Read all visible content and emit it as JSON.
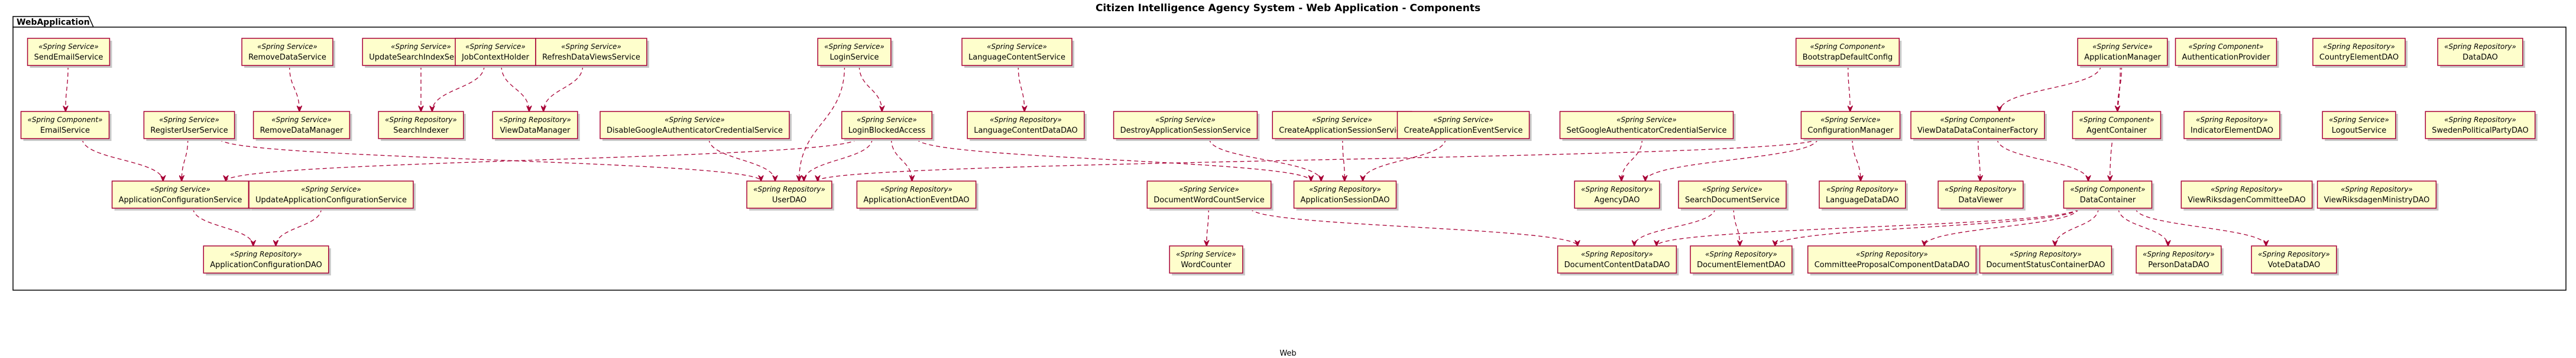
{
  "title": "Citizen Intelligence Agency System - Web Application - Components",
  "footer": "Web",
  "package": {
    "name": "WebApplication"
  },
  "colors": {
    "node_fill": "#fefecc",
    "node_border": "#a80036",
    "edge": "#a80036",
    "shadow": "#c8c8c8"
  },
  "nodes": [
    {
      "id": "SendEmailService",
      "stereotype": "«Spring Service»",
      "name": "SendEmailService"
    },
    {
      "id": "RemoveDataService",
      "stereotype": "«Spring Service»",
      "name": "RemoveDataService"
    },
    {
      "id": "UpdateSearchIndexService",
      "stereotype": "«Spring Service»",
      "name": "UpdateSearchIndexService"
    },
    {
      "id": "JobContextHolder",
      "stereotype": "«Spring Service»",
      "name": "JobContextHolder"
    },
    {
      "id": "RefreshDataViewsService",
      "stereotype": "«Spring Service»",
      "name": "RefreshDataViewsService"
    },
    {
      "id": "LoginService",
      "stereotype": "«Spring Service»",
      "name": "LoginService"
    },
    {
      "id": "LanguageContentService",
      "stereotype": "«Spring Service»",
      "name": "LanguageContentService"
    },
    {
      "id": "BootstrapDefaultConfig",
      "stereotype": "«Spring Component»",
      "name": "BootstrapDefaultConfig"
    },
    {
      "id": "ApplicationManager",
      "stereotype": "«Spring Service»",
      "name": "ApplicationManager"
    },
    {
      "id": "AuthenticationProvider",
      "stereotype": "«Spring Component»",
      "name": "AuthenticationProvider"
    },
    {
      "id": "CountryElementDAO",
      "stereotype": "«Spring Repository»",
      "name": "CountryElementDAO"
    },
    {
      "id": "DataDAO",
      "stereotype": "«Spring Repository»",
      "name": "DataDAO"
    },
    {
      "id": "EmailService",
      "stereotype": "«Spring Component»",
      "name": "EmailService"
    },
    {
      "id": "RegisterUserService",
      "stereotype": "«Spring Service»",
      "name": "RegisterUserService"
    },
    {
      "id": "RemoveDataManager",
      "stereotype": "«Spring Service»",
      "name": "RemoveDataManager"
    },
    {
      "id": "SearchIndexer",
      "stereotype": "«Spring Repository»",
      "name": "SearchIndexer"
    },
    {
      "id": "ViewDataManager",
      "stereotype": "«Spring Repository»",
      "name": "ViewDataManager"
    },
    {
      "id": "DisableGoogleAuthenticatorCredentialService",
      "stereotype": "«Spring Service»",
      "name": "DisableGoogleAuthenticatorCredentialService"
    },
    {
      "id": "LoginBlockedAccess",
      "stereotype": "«Spring Service»",
      "name": "LoginBlockedAccess"
    },
    {
      "id": "LanguageContentDataDAO",
      "stereotype": "«Spring Repository»",
      "name": "LanguageContentDataDAO"
    },
    {
      "id": "DestroyApplicationSessionService",
      "stereotype": "«Spring Service»",
      "name": "DestroyApplicationSessionService"
    },
    {
      "id": "CreateApplicationSessionService",
      "stereotype": "«Spring Service»",
      "name": "CreateApplicationSessionService"
    },
    {
      "id": "CreateApplicationEventService",
      "stereotype": "«Spring Service»",
      "name": "CreateApplicationEventService"
    },
    {
      "id": "SetGoogleAuthenticatorCredentialService",
      "stereotype": "«Spring Service»",
      "name": "SetGoogleAuthenticatorCredentialService"
    },
    {
      "id": "ConfigurationManager",
      "stereotype": "«Spring Service»",
      "name": "ConfigurationManager"
    },
    {
      "id": "ViewDataDataContainerFactory",
      "stereotype": "«Spring Component»",
      "name": "ViewDataDataContainerFactory"
    },
    {
      "id": "AgentContainer",
      "stereotype": "«Spring Component»",
      "name": "AgentContainer"
    },
    {
      "id": "IndicatorElementDAO",
      "stereotype": "«Spring Repository»",
      "name": "IndicatorElementDAO"
    },
    {
      "id": "LogoutService",
      "stereotype": "«Spring Service»",
      "name": "LogoutService"
    },
    {
      "id": "SwedenPoliticalPartyDAO",
      "stereotype": "«Spring Repository»",
      "name": "SwedenPoliticalPartyDAO"
    },
    {
      "id": "ApplicationConfigurationService",
      "stereotype": "«Spring Service»",
      "name": "ApplicationConfigurationService"
    },
    {
      "id": "UpdateApplicationConfigurationService",
      "stereotype": "«Spring Service»",
      "name": "UpdateApplicationConfigurationService"
    },
    {
      "id": "UserDAO",
      "stereotype": "«Spring Repository»",
      "name": "UserDAO"
    },
    {
      "id": "ApplicationActionEventDAO",
      "stereotype": "«Spring Repository»",
      "name": "ApplicationActionEventDAO"
    },
    {
      "id": "DocumentWordCountService",
      "stereotype": "«Spring Service»",
      "name": "DocumentWordCountService"
    },
    {
      "id": "ApplicationSessionDAO",
      "stereotype": "«Spring Repository»",
      "name": "ApplicationSessionDAO"
    },
    {
      "id": "AgencyDAO",
      "stereotype": "«Spring Repository»",
      "name": "AgencyDAO"
    },
    {
      "id": "SearchDocumentService",
      "stereotype": "«Spring Service»",
      "name": "SearchDocumentService"
    },
    {
      "id": "LanguageDataDAO",
      "stereotype": "«Spring Repository»",
      "name": "LanguageDataDAO"
    },
    {
      "id": "DataViewer",
      "stereotype": "«Spring Repository»",
      "name": "DataViewer"
    },
    {
      "id": "DataContainer",
      "stereotype": "«Spring Component»",
      "name": "DataContainer"
    },
    {
      "id": "ViewRiksdagenCommitteeDAO",
      "stereotype": "«Spring Repository»",
      "name": "ViewRiksdagenCommitteeDAO"
    },
    {
      "id": "ViewRiksdagenMinistryDAO",
      "stereotype": "«Spring Repository»",
      "name": "ViewRiksdagenMinistryDAO"
    },
    {
      "id": "ApplicationConfigurationDAO",
      "stereotype": "«Spring Repository»",
      "name": "ApplicationConfigurationDAO"
    },
    {
      "id": "WordCounter",
      "stereotype": "«Spring Service»",
      "name": "WordCounter"
    },
    {
      "id": "DocumentContentDataDAO",
      "stereotype": "«Spring Repository»",
      "name": "DocumentContentDataDAO"
    },
    {
      "id": "DocumentElementDAO",
      "stereotype": "«Spring Repository»",
      "name": "DocumentElementDAO"
    },
    {
      "id": "CommitteeProposalComponentDataDAO",
      "stereotype": "«Spring Repository»",
      "name": "CommitteeProposalComponentDataDAO"
    },
    {
      "id": "DocumentStatusContainerDAO",
      "stereotype": "«Spring Repository»",
      "name": "DocumentStatusContainerDAO"
    },
    {
      "id": "PersonDataDAO",
      "stereotype": "«Spring Repository»",
      "name": "PersonDataDAO"
    },
    {
      "id": "VoteDataDAO",
      "stereotype": "«Spring Repository»",
      "name": "VoteDataDAO"
    }
  ],
  "edges": [
    [
      "SendEmailService",
      "EmailService"
    ],
    [
      "RemoveDataService",
      "RemoveDataManager"
    ],
    [
      "UpdateSearchIndexService",
      "SearchIndexer"
    ],
    [
      "JobContextHolder",
      "SearchIndexer"
    ],
    [
      "JobContextHolder",
      "ViewDataManager"
    ],
    [
      "RefreshDataViewsService",
      "ViewDataManager"
    ],
    [
      "LoginService",
      "LoginBlockedAccess"
    ],
    [
      "LoginService",
      "UserDAO"
    ],
    [
      "LanguageContentService",
      "LanguageContentDataDAO"
    ],
    [
      "BootstrapDefaultConfig",
      "ConfigurationManager"
    ],
    [
      "ApplicationManager",
      "ViewDataDataContainerFactory"
    ],
    [
      "ApplicationManager",
      "AgentContainer"
    ],
    [
      "ApplicationManager",
      "DataContainer"
    ],
    [
      "EmailService",
      "ApplicationConfigurationService"
    ],
    [
      "RegisterUserService",
      "ApplicationConfigurationService"
    ],
    [
      "RegisterUserService",
      "UserDAO"
    ],
    [
      "DisableGoogleAuthenticatorCredentialService",
      "UserDAO"
    ],
    [
      "LoginBlockedAccess",
      "ApplicationConfigurationService"
    ],
    [
      "LoginBlockedAccess",
      "UserDAO"
    ],
    [
      "LoginBlockedAccess",
      "ApplicationActionEventDAO"
    ],
    [
      "LoginBlockedAccess",
      "ApplicationSessionDAO"
    ],
    [
      "DestroyApplicationSessionService",
      "ApplicationSessionDAO"
    ],
    [
      "CreateApplicationSessionService",
      "ApplicationSessionDAO"
    ],
    [
      "CreateApplicationEventService",
      "ApplicationSessionDAO"
    ],
    [
      "SetGoogleAuthenticatorCredentialService",
      "AgencyDAO"
    ],
    [
      "ConfigurationManager",
      "UserDAO"
    ],
    [
      "ConfigurationManager",
      "AgencyDAO"
    ],
    [
      "ConfigurationManager",
      "LanguageDataDAO"
    ],
    [
      "ViewDataDataContainerFactory",
      "DataViewer"
    ],
    [
      "ViewDataDataContainerFactory",
      "DataContainer"
    ],
    [
      "ApplicationConfigurationService",
      "ApplicationConfigurationDAO"
    ],
    [
      "UpdateApplicationConfigurationService",
      "ApplicationConfigurationDAO"
    ],
    [
      "DocumentWordCountService",
      "WordCounter"
    ],
    [
      "DocumentWordCountService",
      "DocumentContentDataDAO"
    ],
    [
      "SearchDocumentService",
      "DocumentContentDataDAO"
    ],
    [
      "SearchDocumentService",
      "DocumentElementDAO"
    ],
    [
      "DataContainer",
      "DocumentContentDataDAO"
    ],
    [
      "DataContainer",
      "DocumentElementDAO"
    ],
    [
      "DataContainer",
      "CommitteeProposalComponentDataDAO"
    ],
    [
      "DataContainer",
      "DocumentStatusContainerDAO"
    ],
    [
      "DataContainer",
      "PersonDataDAO"
    ],
    [
      "DataContainer",
      "VoteDataDAO"
    ]
  ]
}
